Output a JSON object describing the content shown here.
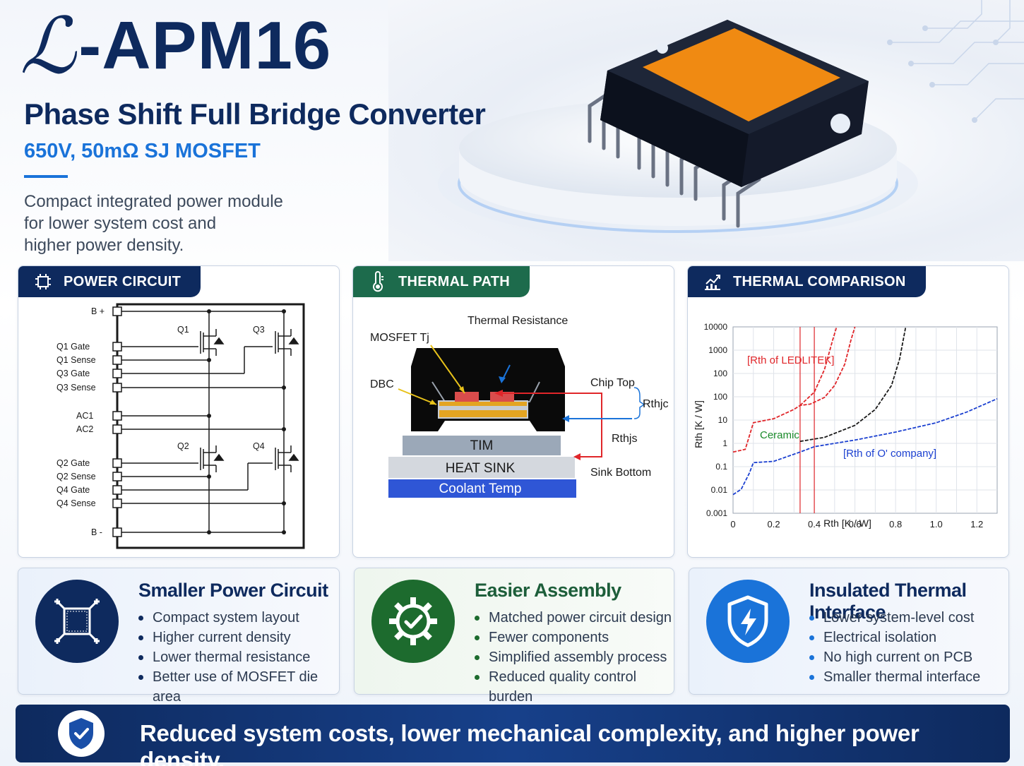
{
  "hero": {
    "logo_mark": "ℒ",
    "logo_text": "-APM16",
    "subtitle": "Phase Shift Full Bridge Converter",
    "spec": "650V, 50mΩ SJ MOSFET",
    "tagline_lines": [
      "Compact integrated power module",
      "for lower system cost and",
      "higher power density."
    ]
  },
  "panels": {
    "power_circuit": {
      "title": "POWER CIRCUIT",
      "icon": "circuit-icon",
      "pins_top": [
        "B +"
      ],
      "pins_q1q3": [
        "Q1 Gate",
        "Q1 Sense",
        "Q3 Gate",
        "Q3 Sense"
      ],
      "pins_ac": [
        "AC1",
        "AC2"
      ],
      "pins_q2q4": [
        "Q2 Gate",
        "Q2 Sense",
        "Q4 Gate",
        "Q4 Sense"
      ],
      "pins_bottom": [
        "B -"
      ],
      "transistors": [
        "Q1",
        "Q3",
        "Q2",
        "Q4"
      ]
    },
    "thermal_path": {
      "title": "THERMAL PATH",
      "icon": "thermometer-icon",
      "labels": {
        "thermal_resistance": "Thermal Resistance",
        "mosfet_tj": "MOSFET Tj",
        "dbc": "DBC",
        "chip_top": "Chip Top",
        "rthjc": "Rthjc",
        "rthjs": "Rthjs",
        "sink_bottom": "Sink Bottom"
      },
      "layers": [
        "TIM",
        "HEAT SINK",
        "Coolant Temp"
      ]
    },
    "thermal_comparison": {
      "title": "THERMAL COMPARISON",
      "icon": "chart-up-icon"
    }
  },
  "chart_data": {
    "type": "line",
    "xlabel": "Rth  [K / W]",
    "ylabel": "Rth  [K / W]",
    "x_ticks": [
      "0",
      "0.2",
      "0.4",
      "0.6",
      "0.8",
      "1.0",
      "1.2"
    ],
    "y_ticks": [
      "10000",
      "1000",
      "100",
      "100",
      "10",
      "1",
      "0.1",
      "0.01",
      "0.001"
    ],
    "xlim": [
      0,
      1.3
    ],
    "grid": true,
    "annotations": [
      "[Rth of LEDLITEK]",
      "Ceramic",
      "[Rth of O' company]"
    ],
    "vlines": [
      0.33,
      0.4
    ],
    "series": [
      {
        "color": "#e0262a",
        "points": [
          [
            0.0,
            -0.7
          ],
          [
            0.06,
            -0.6
          ],
          [
            0.1,
            0.4
          ],
          [
            0.2,
            0.55
          ],
          [
            0.3,
            0.9
          ],
          [
            0.33,
            1.05
          ],
          [
            0.38,
            1.1
          ],
          [
            0.45,
            1.35
          ],
          [
            0.5,
            1.8
          ],
          [
            0.55,
            2.6
          ],
          [
            0.58,
            3.5
          ],
          [
            0.6,
            4.0
          ]
        ]
      },
      {
        "color": "#e0262a",
        "points": [
          [
            0.33,
            1.05
          ],
          [
            0.4,
            1.55
          ],
          [
            0.45,
            2.4
          ],
          [
            0.49,
            3.5
          ],
          [
            0.51,
            4.0
          ]
        ]
      },
      {
        "color": "#1a1a1a",
        "points": [
          [
            0.33,
            -0.3
          ],
          [
            0.45,
            -0.15
          ],
          [
            0.6,
            0.3
          ],
          [
            0.7,
            0.9
          ],
          [
            0.78,
            1.8
          ],
          [
            0.82,
            2.8
          ],
          [
            0.85,
            4.0
          ]
        ]
      },
      {
        "color": "#1a3fd0",
        "points": [
          [
            0.0,
            -2.3
          ],
          [
            0.04,
            -2.1
          ],
          [
            0.08,
            -1.5
          ],
          [
            0.1,
            -1.1
          ],
          [
            0.2,
            -1.05
          ],
          [
            0.33,
            -0.7
          ],
          [
            0.4,
            -0.5
          ],
          [
            0.6,
            -0.25
          ],
          [
            0.8,
            0.05
          ],
          [
            1.0,
            0.4
          ],
          [
            1.15,
            0.8
          ],
          [
            1.3,
            1.3
          ]
        ]
      }
    ]
  },
  "features": [
    {
      "title": "Smaller Power Circuit",
      "icon": "chip-frame-icon",
      "items": [
        "Compact system layout",
        "Higher current density",
        "Lower thermal resistance",
        "Better use of MOSFET die area"
      ]
    },
    {
      "title": "Easier Assembly",
      "icon": "gear-check-icon",
      "items": [
        "Matched power circuit design",
        "Fewer components",
        "Simplified assembly process",
        "Reduced quality control burden"
      ]
    },
    {
      "title": "Insulated Thermal Interface",
      "icon": "shield-bolt-icon",
      "items": [
        "Lower system-level cost",
        "Electrical isolation",
        "No high current on PCB",
        "Smaller thermal interface"
      ]
    }
  ],
  "footer": {
    "text": "Reduced system costs, lower mechanical complexity, and higher power density.",
    "icon": "shield-check-icon"
  },
  "colors": {
    "navy": "#0e2a5e",
    "accent_blue": "#1a73d9",
    "green": "#1d6b4c",
    "chip_orange": "#f08a12"
  }
}
